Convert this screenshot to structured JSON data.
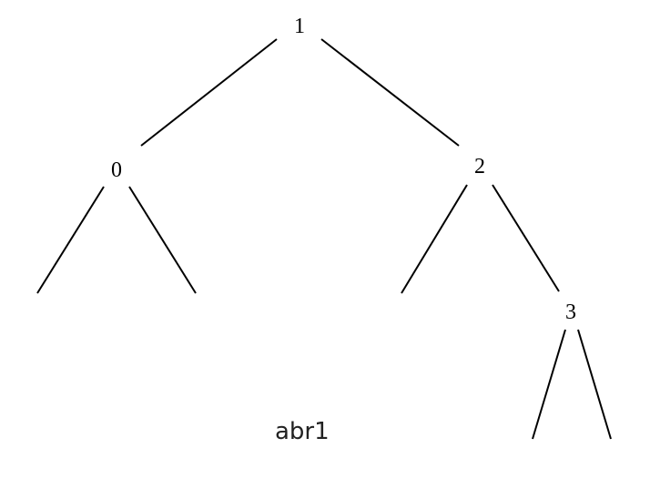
{
  "tree": {
    "caption": "abr1",
    "nodes": [
      {
        "id": "n1",
        "label": "1"
      },
      {
        "id": "n0",
        "label": "0"
      },
      {
        "id": "n2",
        "label": "2"
      },
      {
        "id": "n3",
        "label": "3"
      }
    ],
    "edges": [
      {
        "from": "n1",
        "to": "n0"
      },
      {
        "from": "n1",
        "to": "n2"
      },
      {
        "from": "n0",
        "to": "empty-0-left"
      },
      {
        "from": "n0",
        "to": "empty-0-right"
      },
      {
        "from": "n2",
        "to": "empty-2-left"
      },
      {
        "from": "n2",
        "to": "n3"
      },
      {
        "from": "n3",
        "to": "empty-3-left"
      },
      {
        "from": "n3",
        "to": "empty-3-right"
      }
    ],
    "line_color": "#000000"
  }
}
